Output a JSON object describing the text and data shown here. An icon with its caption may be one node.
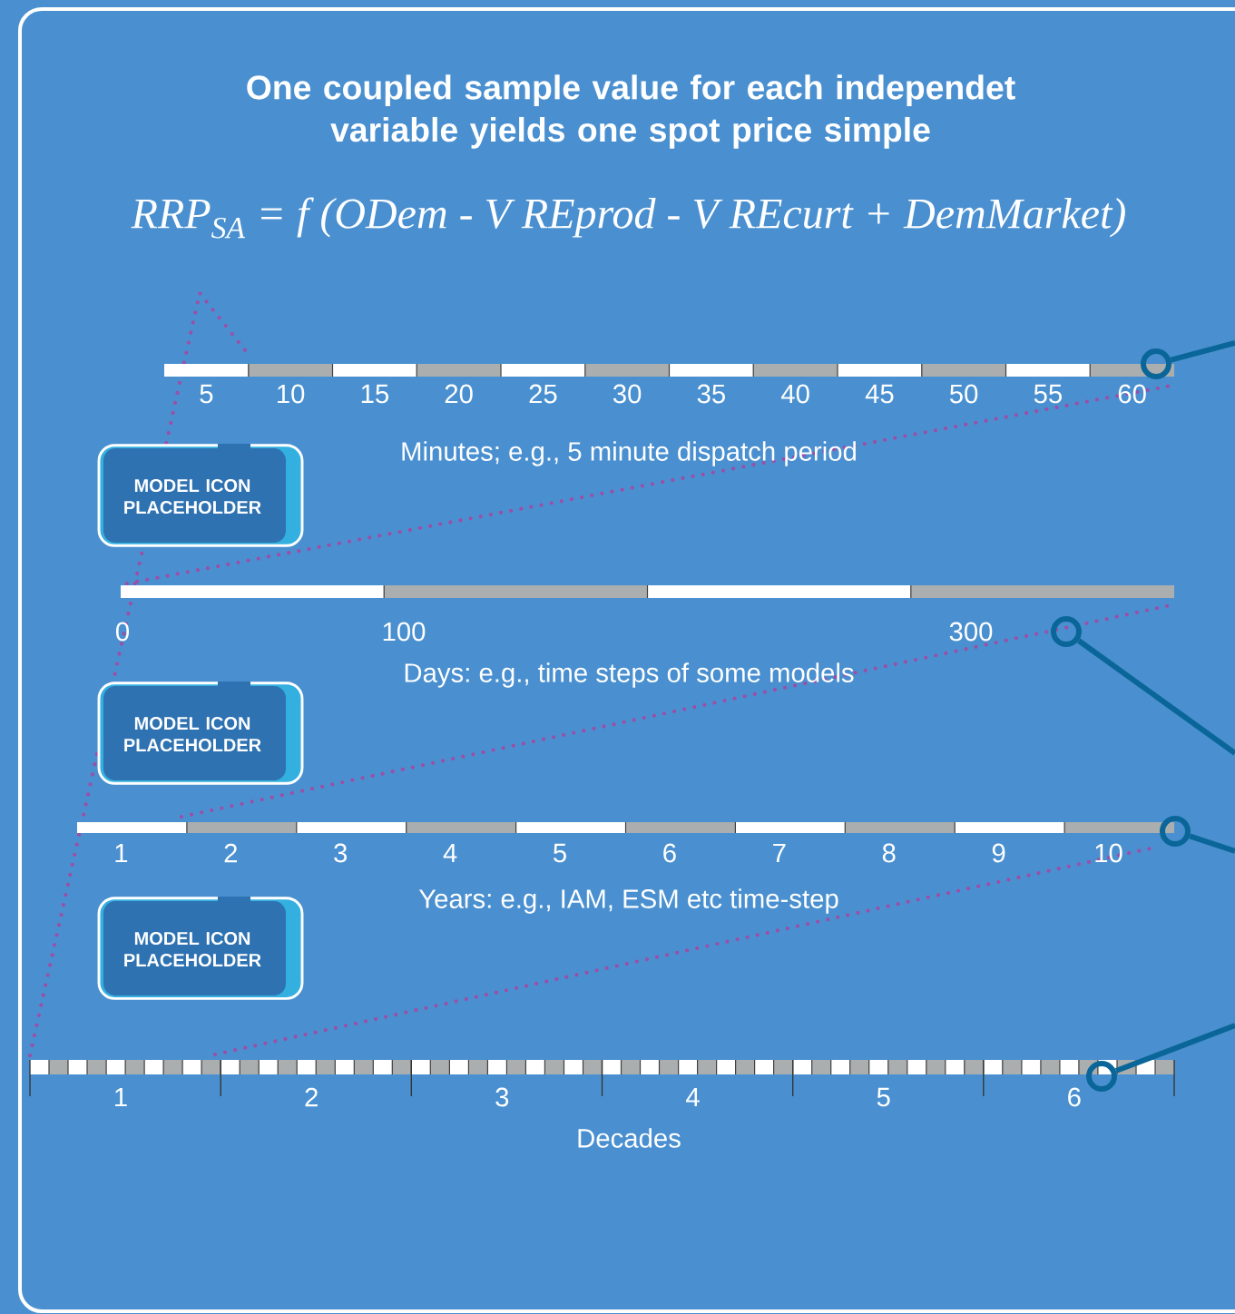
{
  "diagram": {
    "title": "One coupled sample value for each independet variable yields one spot price simple",
    "nodes": [
      {
        "text": [
          "MODEL ICON PLACEHOLDER"
        ]
      },
      {
        "text": [
          "MODEL ICON PLACEHOLDER"
        ]
      },
      {
        "text": [
          "MODEL ICON PLACEHOLDER"
        ]
      },
      {
        "text": [],
        "shape": "circle"
      },
      {
        "text": [],
        "shape": "circle"
      },
      {
        "text": [],
        "shape": "circle"
      },
      {
        "text": [],
        "shape": "circle"
      }
    ],
    "edges": [
      {
        "from": 3,
        "to": null,
        "arrow": "none"
      },
      {
        "from": 4,
        "to": null,
        "arrow": "none"
      },
      {
        "from": 5,
        "to": null,
        "arrow": "none"
      },
      {
        "from": 6,
        "to": null,
        "arrow": "none"
      }
    ],
    "labels": [
      "RRP$_{SA}$ = f (ODem - V REprod - V REcurt + DemMarket)",
      "5",
      "10",
      "15",
      "20",
      "25",
      "30",
      "35",
      "40",
      "45",
      "50",
      "55",
      "60",
      "Minutes; e.g., 5 minute dispatch period",
      "0",
      "100",
      "300",
      "Days: e.g., time steps of some models",
      "1",
      "2",
      "3",
      "4",
      "5",
      "6",
      "7",
      "8",
      "9",
      "10",
      "Years: e.g., IAM, ESM etc time-step",
      "1",
      "2",
      "3",
      "4",
      "5",
      "6",
      "Decades"
    ]
  }
}
